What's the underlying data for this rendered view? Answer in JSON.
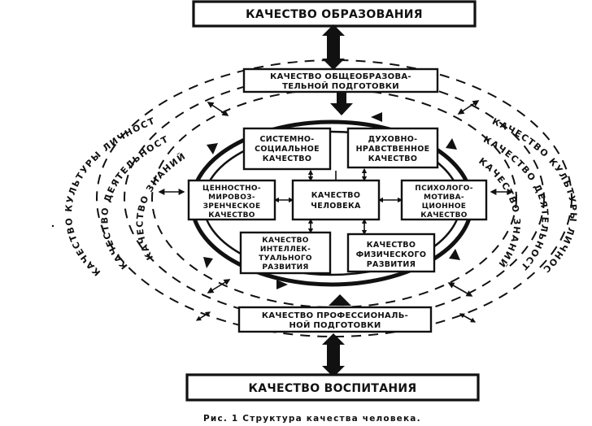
{
  "colors": {
    "ink": "#111111",
    "paper": "#ffffff"
  },
  "top": {
    "label": "КАЧЕСТВО  ОБРАЗОВАНИЯ"
  },
  "bottom": {
    "label": "КАЧЕСТВО  ВОСПИТАНИЯ"
  },
  "general_prep": {
    "line1": "КАЧЕСТВО ОБЩЕОБРАЗОВА-",
    "line2": "ТЕЛЬНОЙ ПОДГОТОВКИ"
  },
  "prof_prep": {
    "line1": "КАЧЕСТВО  ПРОФЕССИОНАЛЬ-",
    "line2": "НОЙ  ПОДГОТОВКИ"
  },
  "center": {
    "line1": "КАЧЕСТВО",
    "line2": "ЧЕЛОВЕКА"
  },
  "qualities": {
    "systemic_social": [
      "СИСТЕМНО-",
      "СОЦИАЛЬНОЕ",
      "КАЧЕСТВО"
    ],
    "spiritual_moral": [
      "ДУХОВНО-",
      "НРАВСТВЕННОЕ",
      "КАЧЕСТВО"
    ],
    "value_worldview": [
      "ЦЕННОСТНО-",
      "МИРОВОЗ-",
      "ЗРЕНЧЕСКОЕ",
      "КАЧЕСТВО"
    ],
    "psycho_motivational": [
      "ПСИХОЛОГО-",
      "МОТИВА-",
      "ЦИОННОЕ",
      "КАЧЕСТВО"
    ],
    "intellectual": [
      "КАЧЕСТВО",
      "ИНТЕЛЛЕК-",
      "ТУАЛЬНОГО",
      "РАЗВИТИЯ"
    ],
    "physical": [
      "КАЧЕСТВО",
      "ФИЗИЧЕСКОГО",
      "РАЗВИТИЯ"
    ]
  },
  "rings": {
    "left": {
      "culture": "КАЧЕСТВО КУЛЬТУРЫ ЛИЧНОСТИ",
      "activity": "КАЧЕСТВО ДЕЯТЕЛЬНОСТИ",
      "knowledge": "КАЧЕСТВО ЗНАНИЙ"
    },
    "right": {
      "culture": "КАЧЕСТВО КУЛЬТУРЫ ЛИЧНОСТИ",
      "activity": "КАЧЕСТВО ДЕЯТЕЛЬНОСТИ",
      "knowledge": "КАЧЕСТВО ЗНАНИЙ"
    }
  },
  "caption": "Рис. 1  Структура  качества  человека."
}
